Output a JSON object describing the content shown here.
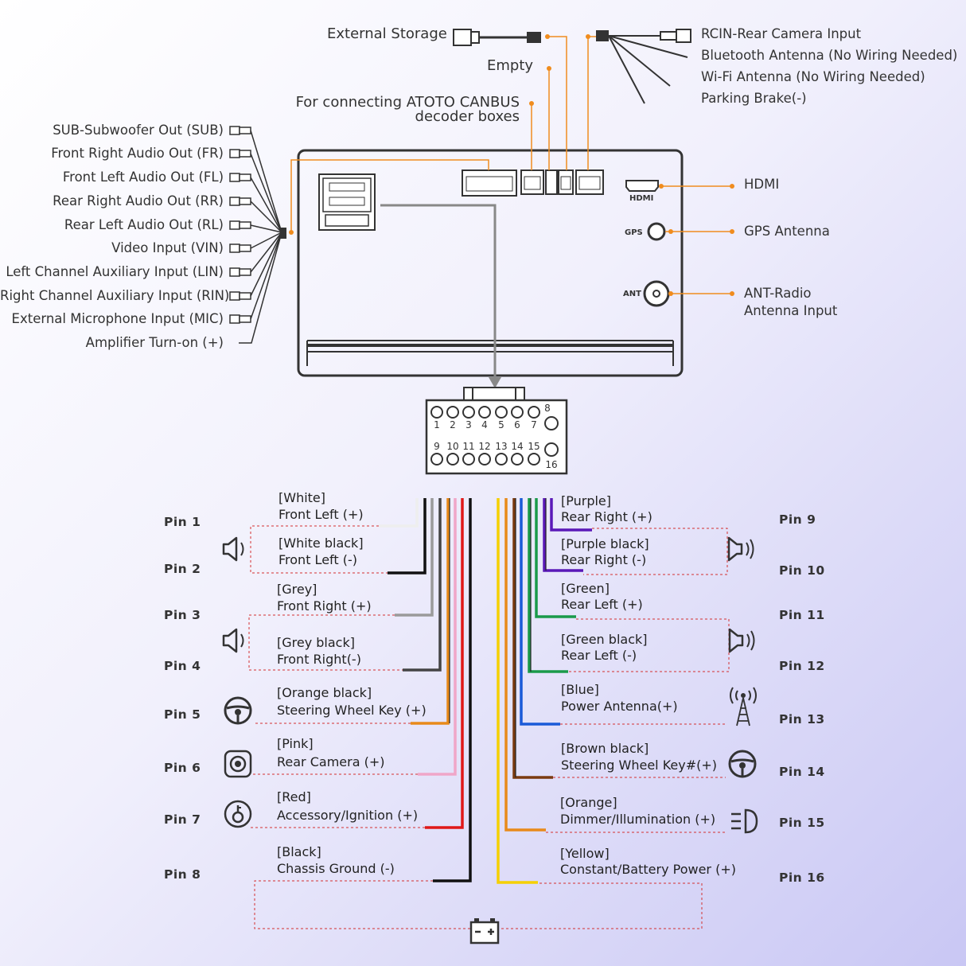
{
  "top_labels": {
    "external_storage": "External Storage",
    "empty": "Empty",
    "canbus_line1": "For connecting ATOTO CANBUS",
    "canbus_line2": "decoder boxes",
    "rcin": "RCIN-Rear Camera Input",
    "bluetooth": "Bluetooth Antenna (No Wiring Needed)",
    "wifi": "Wi-Fi Antenna (No Wiring Needed)",
    "parking": "Parking Brake(-)"
  },
  "left_labels": [
    "SUB-Subwoofer Out (SUB)",
    "Front Right Audio Out (FR)",
    "Front Left Audio Out (FL)",
    "Rear Right Audio Out (RR)",
    "Rear Left Audio Out (RL)",
    "Video Input (VIN)",
    "Left Channel Auxiliary Input (LIN)",
    "Right Channel Auxiliary Input (RIN)",
    "External Microphone Input (MIC)",
    "Amplifier Turn-on (+)"
  ],
  "right_labels": {
    "hdmi": "HDMI",
    "gps": "GPS Antenna",
    "ant_line1": "ANT-Radio",
    "ant_line2": "Antenna Input"
  },
  "unit_labels": {
    "hdmi": "HDMI",
    "gps": "GPS",
    "ant": "ANT"
  },
  "connector": {
    "top_numbers": [
      "1",
      "2",
      "3",
      "4",
      "5",
      "6",
      "7"
    ],
    "eight": "8",
    "bottom_numbers": [
      "9",
      "10",
      "11",
      "12",
      "13",
      "14",
      "15"
    ],
    "sixteen": "16"
  },
  "pins_left": [
    {
      "pin": "Pin 1",
      "color": "[White]",
      "func": "Front Left (+)",
      "wire": "#eeeeee"
    },
    {
      "pin": "Pin 2",
      "color": "[White black]",
      "func": "Front Left (-)",
      "wire": "#111111"
    },
    {
      "pin": "Pin 3",
      "color": "[Grey]",
      "func": "Front Right (+)",
      "wire": "#9a9a9a"
    },
    {
      "pin": "Pin 4",
      "color": "[Grey black]",
      "func": "Front Right(-)",
      "wire": "#444444"
    },
    {
      "pin": "Pin 5",
      "color": "[Orange black]",
      "func": "Steering Wheel Key (+)",
      "wire": "#e88a1a"
    },
    {
      "pin": "Pin 6",
      "color": "[Pink]",
      "func": "Rear Camera (+)",
      "wire": "#f0a6c8"
    },
    {
      "pin": "Pin 7",
      "color": "[Red]",
      "func": "Accessory/Ignition (+)",
      "wire": "#e01818"
    },
    {
      "pin": "Pin 8",
      "color": "[Black]",
      "func": "Chassis Ground (-)",
      "wire": "#111111"
    }
  ],
  "pins_right": [
    {
      "pin": "Pin 9",
      "color": "[Purple]",
      "func": "Rear Right (+)",
      "wire": "#5a18b8"
    },
    {
      "pin": "Pin 10",
      "color": "[Purple black]",
      "func": "Rear Right (-)",
      "wire": "#5a18b8"
    },
    {
      "pin": "Pin 11",
      "color": "[Green]",
      "func": "Rear Left (+)",
      "wire": "#1a9a4a"
    },
    {
      "pin": "Pin 12",
      "color": "[Green black]",
      "func": "Rear Left (-)",
      "wire": "#1a9a4a"
    },
    {
      "pin": "Pin 13",
      "color": "[Blue]",
      "func": "Power Antenna(+)",
      "wire": "#1a5ad8"
    },
    {
      "pin": "Pin 14",
      "color": "[Brown black]",
      "func": "Steering Wheel Key#(+)",
      "wire": "#7a3a10"
    },
    {
      "pin": "Pin 15",
      "color": "[Orange]",
      "func": "Dimmer/Illumination (+)",
      "wire": "#e88a1a"
    },
    {
      "pin": "Pin 16",
      "color": "[Yellow]",
      "func": "Constant/Battery Power (+)",
      "wire": "#f5d000"
    }
  ],
  "icons": [
    "speaker-icon",
    "steering-wheel-icon",
    "camera-icon",
    "ignition-key-icon",
    "antenna-tower-icon",
    "headlight-icon",
    "battery-icon"
  ]
}
